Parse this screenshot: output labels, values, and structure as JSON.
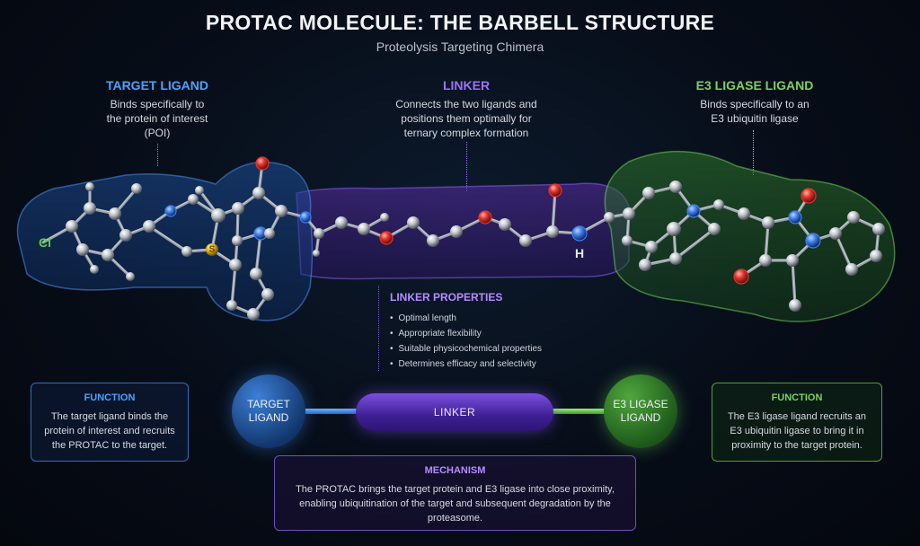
{
  "header": {
    "title": "PROTAC MOLECULE: THE BARBELL STRUCTURE",
    "subtitle": "Proteolysis Targeting Chimera"
  },
  "sections": {
    "target": {
      "heading": "TARGET LIGAND",
      "description": "Binds specifically to\nthe protein of interest\n(POI)",
      "color": "#4aa3ff"
    },
    "linker": {
      "heading": "LINKER",
      "description": "Connects the two ligands and\npositions them optimally for\nternary complex formation",
      "color": "#a070ff"
    },
    "e3": {
      "heading": "E3 LIGASE LIGAND",
      "description": "Binds specifically to an\nE3 ubiquitin ligase",
      "color": "#7cd160"
    }
  },
  "molecule": {
    "atom_labels": {
      "chlorine": "Cl",
      "sulfur": "S",
      "oxygen": "O",
      "nitrogen": "N",
      "hydrogen": "H"
    },
    "colors": {
      "carbon": "#bfc5cd",
      "oxygen": "#e0342b",
      "nitrogen": "#3f7fe8",
      "sulfur": "#e6b422",
      "chlorine": "#58d24a"
    }
  },
  "linker_properties": {
    "title": "LINKER PROPERTIES",
    "items": [
      "Optimal length",
      "Appropriate flexibility",
      "Suitable physicochemical properties",
      "Determines efficacy and selectivity"
    ]
  },
  "function_left": {
    "title": "FUNCTION",
    "text": "The target ligand binds the protein of interest and recruits the PROTAC to the target."
  },
  "function_right": {
    "title": "FUNCTION",
    "text": "The E3 ligase ligand recruits an E3 ubiquitin ligase to bring it in proximity to the target protein."
  },
  "barbell": {
    "left": "TARGET LIGAND",
    "center": "LINKER",
    "right": "E3 LIGASE LIGAND"
  },
  "mechanism": {
    "title": "MECHANISM",
    "text": "The PROTAC brings the target protein and E3 ligase into close proximity, enabling ubiquitination of the target and subsequent degradation by the proteasome."
  }
}
